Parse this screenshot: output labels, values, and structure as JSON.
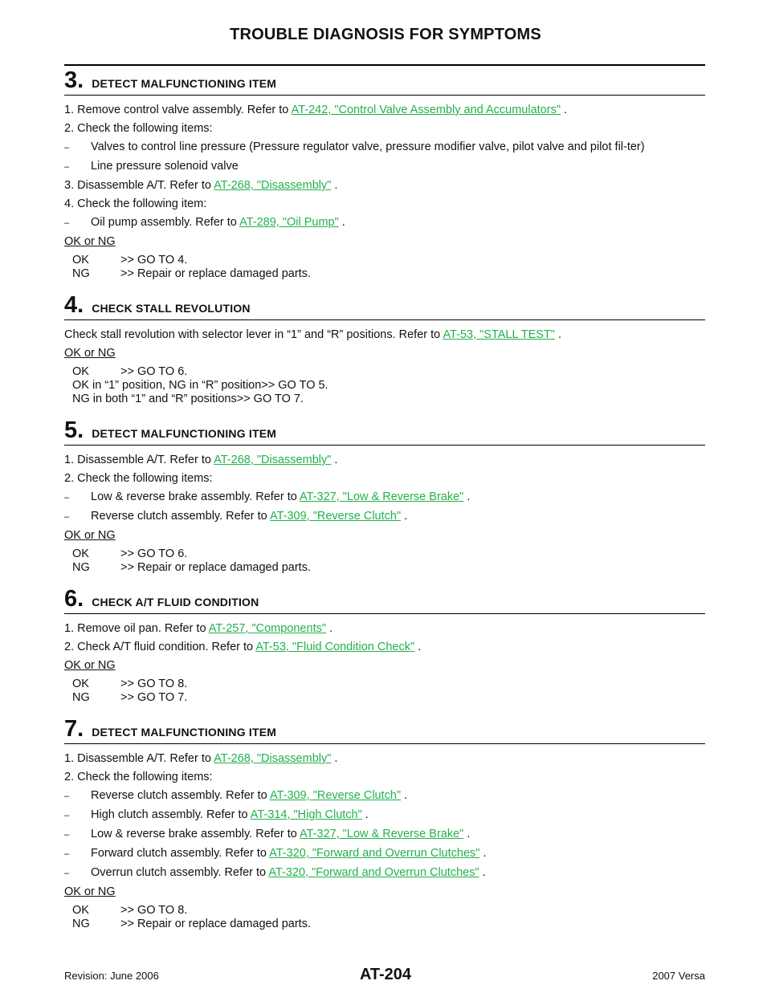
{
  "header": {
    "title": "TROUBLE DIAGNOSIS FOR SYMPTOMS"
  },
  "footer": {
    "revision": "Revision: June 2006",
    "page": "AT-204",
    "model": "2007 Versa"
  },
  "ok_or_ng": "OK or NG",
  "steps": [
    {
      "num": "3.",
      "title": "DETECT MALFUNCTIONING ITEM",
      "lines": [
        {
          "pre": "1. Remove control valve assembly. Refer to ",
          "link": "AT-242, \"Control Valve Assembly and Accumulators\"",
          "post": " ."
        },
        {
          "pre": "2. Check the following items:",
          "link": "",
          "post": ""
        }
      ],
      "subs_a": [
        {
          "pre": "Valves to control line pressure (Pressure regulator valve, pressure modifier valve, pilot valve and pilot fil-ter)",
          "link": "",
          "post": ""
        },
        {
          "pre": "Line pressure solenoid valve",
          "link": "",
          "post": ""
        }
      ],
      "lines_b": [
        {
          "pre": "3. Disassemble A/T. Refer to ",
          "link": "AT-268, \"Disassembly\"",
          "post": " ."
        },
        {
          "pre": "4. Check the following item:",
          "link": "",
          "post": ""
        }
      ],
      "subs_b": [
        {
          "pre": "Oil pump assembly. Refer to ",
          "link": "AT-289, \"Oil Pump\"",
          "post": " ."
        }
      ],
      "results": [
        {
          "label": "OK",
          "text": ">> GO TO 4."
        },
        {
          "label": "NG",
          "text": ">> Repair or replace damaged parts."
        }
      ]
    },
    {
      "num": "4.",
      "title": "CHECK STALL REVOLUTION",
      "lines": [
        {
          "pre": "Check stall revolution with selector lever in “1” and “R” positions. Refer to ",
          "link": "AT-53, \"STALL TEST\"",
          "post": " ."
        }
      ],
      "results": [
        {
          "label": "OK",
          "text": ">>  GO TO 6."
        },
        {
          "label": "",
          "text": "OK in “1” position, NG in “R” position>> GO TO 5."
        },
        {
          "label": "",
          "text": "NG in both “1” and “R” positions>> GO TO 7."
        }
      ]
    },
    {
      "num": "5.",
      "title": "DETECT MALFUNCTIONING ITEM",
      "lines": [
        {
          "pre": "1. Disassemble A/T. Refer to ",
          "link": "AT-268, \"Disassembly\"",
          "post": " ."
        },
        {
          "pre": "2. Check the following items:",
          "link": "",
          "post": ""
        }
      ],
      "subs_a": [
        {
          "pre": "Low & reverse brake assembly. Refer to ",
          "link": "AT-327, \"Low & Reverse Brake\"",
          "post": " ."
        },
        {
          "pre": "Reverse clutch assembly. Refer to ",
          "link": "AT-309, \"Reverse Clutch\"",
          "post": " ."
        }
      ],
      "results": [
        {
          "label": "OK",
          "text": ">> GO TO 6."
        },
        {
          "label": "NG",
          "text": ">> Repair or replace damaged parts."
        }
      ]
    },
    {
      "num": "6.",
      "title": "CHECK A/T FLUID CONDITION",
      "lines": [
        {
          "pre": "1. Remove oil pan. Refer to ",
          "link": "AT-257, \"Components\"",
          "post": " ."
        },
        {
          "pre": "2. Check A/T fluid condition. Refer to ",
          "link": "AT-53, \"Fluid Condition Check\"",
          "post": " ."
        }
      ],
      "results": [
        {
          "label": "OK",
          "text": ">> GO TO 8."
        },
        {
          "label": "NG",
          "text": ">> GO TO 7."
        }
      ]
    },
    {
      "num": "7.",
      "title": "DETECT MALFUNCTIONING ITEM",
      "lines": [
        {
          "pre": "1. Disassemble A/T. Refer to ",
          "link": "AT-268, \"Disassembly\"",
          "post": " ."
        },
        {
          "pre": "2. Check the following items:",
          "link": "",
          "post": ""
        }
      ],
      "subs_a": [
        {
          "pre": "Reverse clutch assembly. Refer to ",
          "link": "AT-309, \"Reverse Clutch\"",
          "post": " ."
        },
        {
          "pre": "High clutch assembly. Refer to ",
          "link": "AT-314, \"High Clutch\"",
          "post": " ."
        },
        {
          "pre": "Low & reverse brake assembly. Refer to ",
          "link": "AT-327, \"Low & Reverse Brake\"",
          "post": " ."
        },
        {
          "pre": "Forward clutch assembly. Refer to ",
          "link": "AT-320, \"Forward and Overrun Clutches\"",
          "post": " ."
        },
        {
          "pre": "Overrun clutch assembly. Refer to ",
          "link": "AT-320, \"Forward and Overrun Clutches\"",
          "post": " ."
        }
      ],
      "results": [
        {
          "label": "OK",
          "text": ">> GO TO 8."
        },
        {
          "label": "NG",
          "text": ">> Repair or replace damaged parts."
        }
      ]
    }
  ]
}
